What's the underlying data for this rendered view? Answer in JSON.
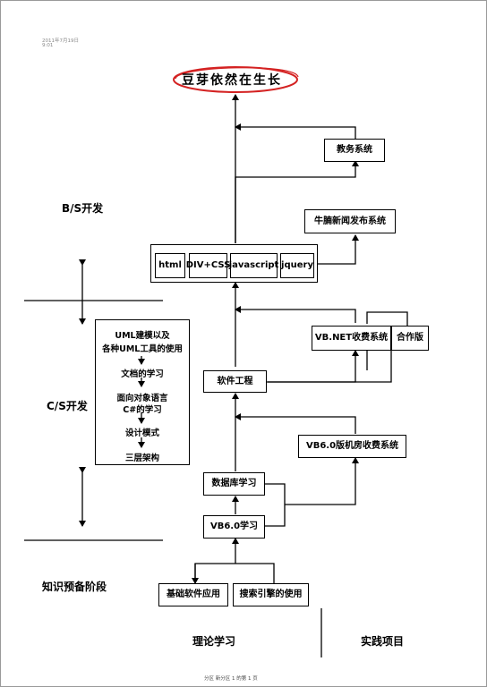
{
  "header": {
    "date": "2011年7月19日",
    "time": "9:01"
  },
  "title": "豆芽依然在生长",
  "phases": {
    "bs": "B/S开发",
    "cs": "C/S开发",
    "knowledge": "知识预备阶段"
  },
  "columns": {
    "theory": "理论学习",
    "practice": "实践项目"
  },
  "web_boxes": [
    "html",
    "DIV+CSS",
    "javascript",
    "jquery"
  ],
  "projects": {
    "jiaowu": "教务系统",
    "niuxiang": "牛腩新闻发布系统",
    "vbnet": "VB.NET收费系统",
    "hezuo": "合作版",
    "vb6": "VB6.0版机房收费系统"
  },
  "theory_boxes": {
    "ruanjian": "软件工程",
    "shujuku": "数据库学习",
    "vb6study": "VB6.0学习",
    "jichu": "基础软件应用",
    "sousuo": "搜索引擎的使用"
  },
  "uml_list": [
    "UML建模以及",
    "各种UML工具的使用",
    "文档的学习",
    "面向对象语言",
    "C#的学习",
    "设计模式",
    "三层架构"
  ],
  "footer": "分区 新分区 1 的第 1 页"
}
